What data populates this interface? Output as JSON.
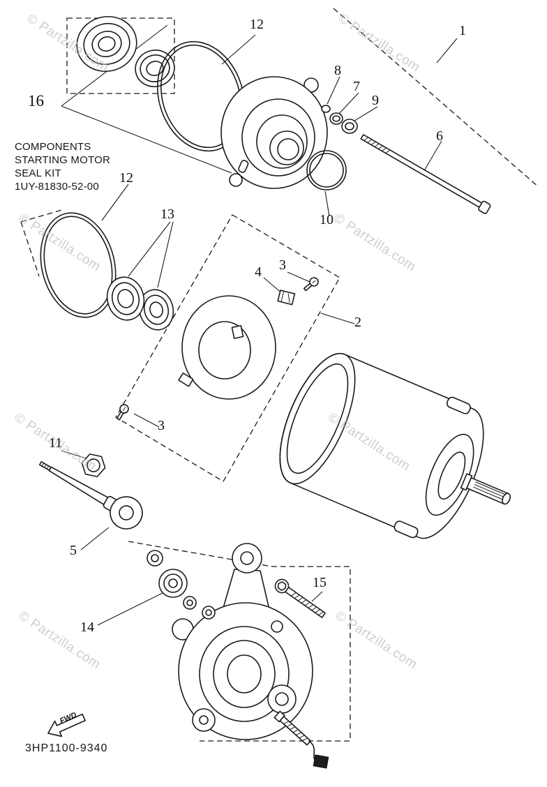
{
  "watermark": {
    "text": "© Partzilla.com"
  },
  "note": {
    "lines": [
      "COMPONENTS",
      "STARTING MOTOR",
      "SEAL KIT",
      "1UY-81830-52-00"
    ]
  },
  "footer": {
    "diagram_code": "3HP1100-9340"
  },
  "fwd_arrow": {
    "label": "FWD"
  },
  "callouts": [
    {
      "label": "1"
    },
    {
      "label": "2"
    },
    {
      "label": "3"
    },
    {
      "label": "3"
    },
    {
      "label": "4"
    },
    {
      "label": "5"
    },
    {
      "label": "6"
    },
    {
      "label": "7"
    },
    {
      "label": "8"
    },
    {
      "label": "9"
    },
    {
      "label": "10"
    },
    {
      "label": "11"
    },
    {
      "label": "12"
    },
    {
      "label": "12"
    },
    {
      "label": "13"
    },
    {
      "label": "14"
    },
    {
      "label": "15"
    },
    {
      "label": "16"
    }
  ]
}
